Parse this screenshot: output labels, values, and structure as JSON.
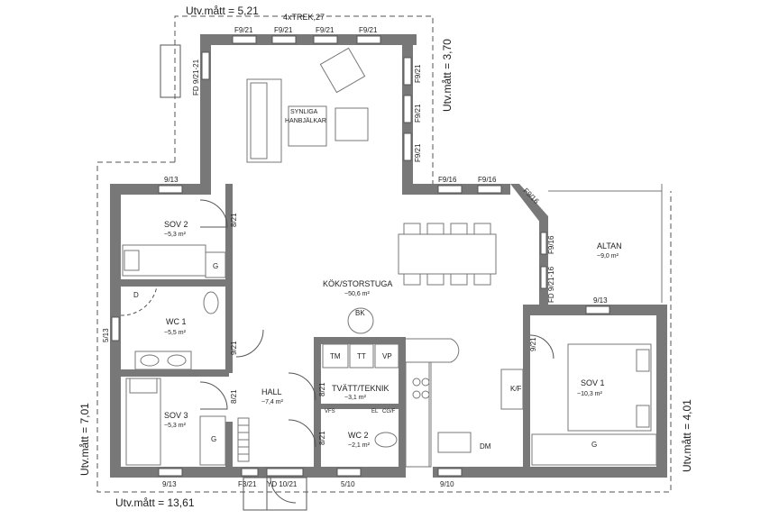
{
  "outer_dims": {
    "top": "Utv.mått = 5,21",
    "right_upper": "Utv.mått = 3,70",
    "left": "Utv.mått = 7,01",
    "right_lower": "Utv.mått = 4,01",
    "bottom": "Utv.mått = 13,61"
  },
  "top_note": "4xTREK,27",
  "rooms": {
    "sov2": {
      "name": "SOV 2",
      "area": "~5,3 m²"
    },
    "wc1": {
      "name": "WC 1",
      "area": "~5,5 m²"
    },
    "sov3": {
      "name": "SOV 3",
      "area": "~5,3 m²"
    },
    "kok": {
      "name": "KÖK/STORSTUGA",
      "area": "~50,6 m²"
    },
    "hall": {
      "name": "HALL",
      "area": "~7,4 m²"
    },
    "tvatt": {
      "name": "TVÄTT/TEKNIK",
      "area": "~3,1 m²"
    },
    "wc2": {
      "name": "WC 2",
      "area": "~2,1 m²"
    },
    "sov1": {
      "name": "SOV 1",
      "area": "~10,3 m²"
    },
    "altan": {
      "name": "ALTAN",
      "area": "~9,0 m²"
    }
  },
  "ceiling_note": [
    "SYNLIGA",
    "HANBJÄLKAR"
  ],
  "windows": {
    "top_1": "F9/21",
    "top_2": "F9/21",
    "top_3": "F9/21",
    "top_4": "F9/21",
    "right_1": "F9/21",
    "right_2": "F9/21",
    "right_3": "F9/21",
    "fd_top_left": "FD 9/21-21",
    "sov2_top": "9/13",
    "kok_1": "F9/16",
    "kok_2": "F9/16",
    "diag": "F9/16",
    "altan_1": "F9/16",
    "altan_fd": "FD 9/21-16",
    "sov1_top": "9/13",
    "wc1_left": "5/13",
    "bottom_left": "9/13",
    "bottom_f3": "F3/21",
    "bottom_yd": "YD 10/21",
    "bottom_wc2": "5/10",
    "bottom_kok": "9/10"
  },
  "doors": {
    "sov2": "8/21",
    "wc1": "9/21",
    "sov3": "8/21",
    "tvatt": "8/21",
    "wc2": "8/21",
    "sov1": "9/21"
  },
  "fixtures": {
    "tm": "TM",
    "tt": "TT",
    "vp": "VP",
    "bk": "BK",
    "kf": "K/F",
    "dm": "DM",
    "g": "G",
    "d": "D",
    "vfs": "VFS",
    "el": "EL",
    "cgf": "CG/F"
  }
}
